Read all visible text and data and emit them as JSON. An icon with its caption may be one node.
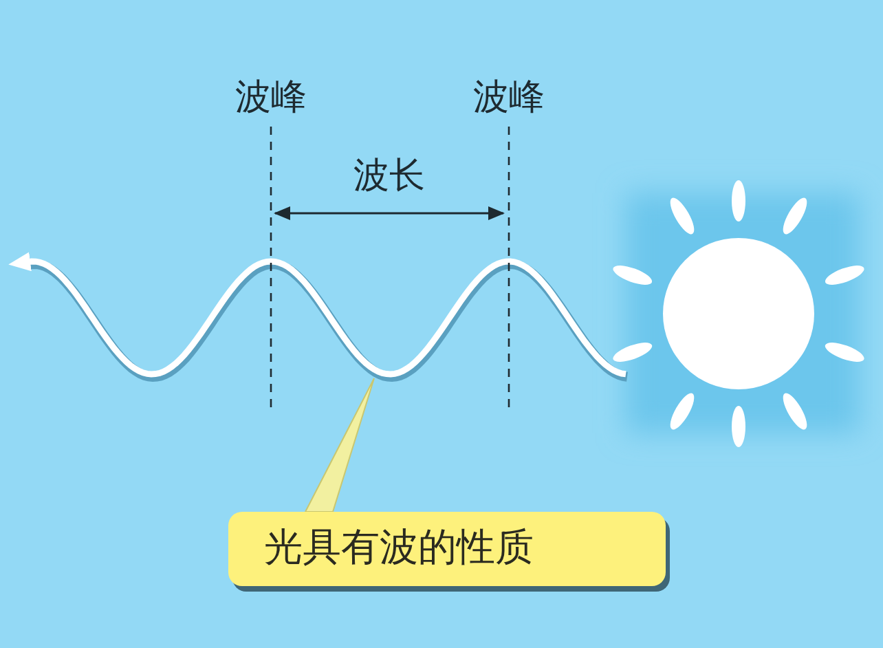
{
  "diagram": {
    "nodes": [
      {
        "text": [
          "光具有波的性质"
        ]
      },
      {
        "text": [],
        "shape": "wave"
      }
    ],
    "edges": [
      {
        "from": 0,
        "to": 1,
        "arrow": "none"
      }
    ],
    "labels": [
      "波峰",
      "波峰",
      "波长"
    ]
  }
}
